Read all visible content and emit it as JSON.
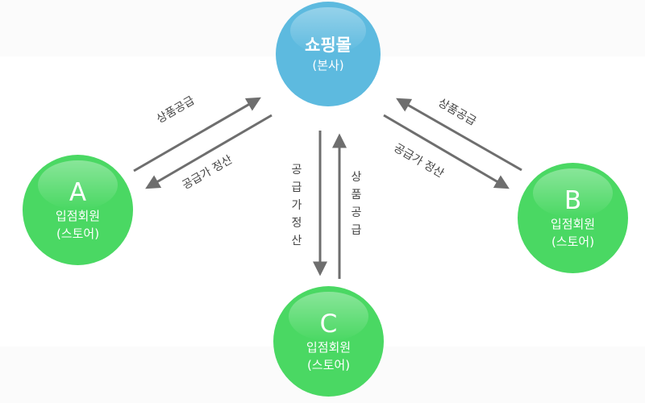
{
  "diagram": {
    "colors": {
      "hq": "#5dbadf",
      "member": "#4ad863",
      "arrow": "#6e6e6e",
      "label": "#444444"
    },
    "hq": {
      "title": "쇼핑몰",
      "subtitle": "(본사)"
    },
    "members": [
      {
        "id": "A",
        "letter": "A",
        "title": "입점회원",
        "subtitle": "(스토어)"
      },
      {
        "id": "B",
        "letter": "B",
        "title": "입점회원",
        "subtitle": "(스토어)"
      },
      {
        "id": "C",
        "letter": "C",
        "title": "입점회원",
        "subtitle": "(스토어)"
      }
    ],
    "flows": [
      {
        "from": "A",
        "to": "hq",
        "label": "상품공급"
      },
      {
        "from": "hq",
        "to": "A",
        "label": "공급가 정산"
      },
      {
        "from": "B",
        "to": "hq",
        "label": "상품공급"
      },
      {
        "from": "hq",
        "to": "B",
        "label": "공급가 정산"
      },
      {
        "from": "hq",
        "to": "C",
        "label": "공급가정산",
        "chars": [
          "공",
          "급",
          "가",
          "정",
          "산"
        ]
      },
      {
        "from": "C",
        "to": "hq",
        "label": "상품공급",
        "chars": [
          "상",
          "품",
          "공",
          "급"
        ]
      }
    ]
  }
}
